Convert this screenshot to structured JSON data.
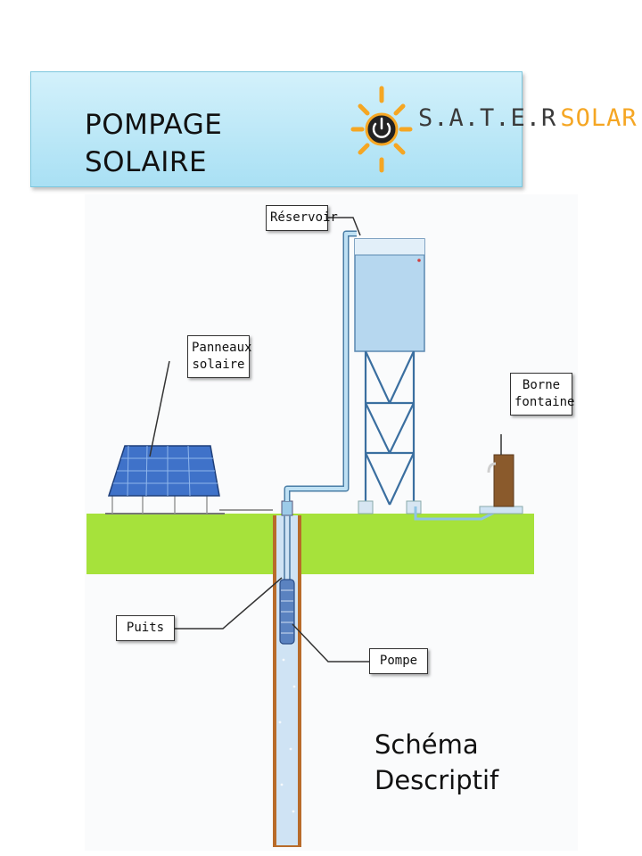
{
  "header": {
    "title_line1": "POMPAGE",
    "title_line2": "SOLAIRE",
    "logo_text_main": "S.A.T.E.R",
    "logo_text_accent": "SOLAR",
    "logo_icon": "sun-power-icon",
    "banner_color": "#a9e0f4",
    "logo_accent_color": "#f5a623"
  },
  "labels": {
    "reservoir": "Réservoir",
    "panels_line1": "Panneaux",
    "panels_line2": "solaire",
    "fountain_line1": "Borne",
    "fountain_line2": "fontaine",
    "well": "Puits",
    "pump": "Pompe"
  },
  "caption": {
    "line1": "Schéma",
    "line2": "Descriptif"
  },
  "colors": {
    "ground": "#a6e23b",
    "water": "#b6d7ef",
    "panel": "#3f72c9",
    "pipe": "#9ccbe8",
    "well_casing": "#b86b2a"
  }
}
